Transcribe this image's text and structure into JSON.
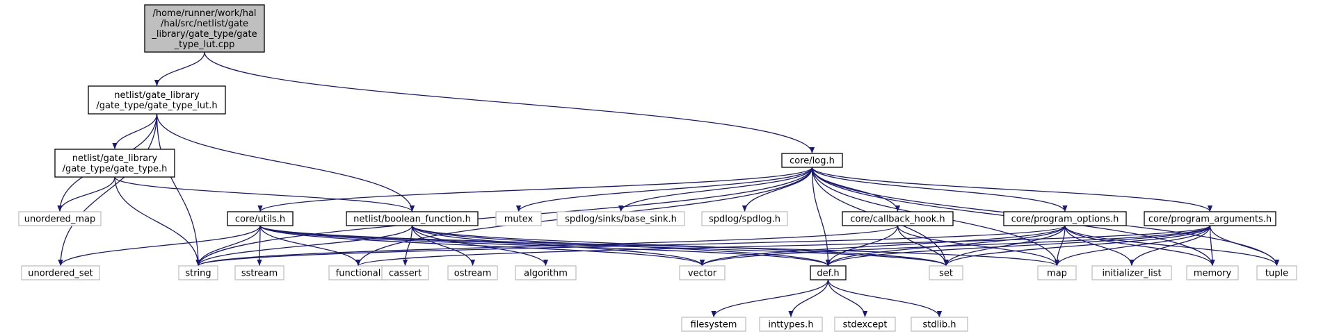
{
  "colors": {
    "edge": "#191970",
    "root_fill": "#bfbfbf",
    "local_border": "#000000",
    "external_border": "#bfbfbf",
    "background": "#ffffff"
  },
  "nodes": [
    {
      "id": "root",
      "lines": [
        "/home/runner/work/hal",
        "/hal/src/netlist/gate",
        "_library/gate_type/gate",
        "_type_lut.cpp"
      ],
      "kind": "root"
    },
    {
      "id": "lut_h",
      "lines": [
        "netlist/gate_library",
        "/gate_type/gate_type_lut.h"
      ],
      "kind": "local"
    },
    {
      "id": "gate_type_h",
      "lines": [
        "netlist/gate_library",
        "/gate_type/gate_type.h"
      ],
      "kind": "local"
    },
    {
      "id": "log_h",
      "lines": [
        "core/log.h"
      ],
      "kind": "local"
    },
    {
      "id": "unordered_map",
      "lines": [
        "unordered_map"
      ],
      "kind": "external"
    },
    {
      "id": "unordered_set",
      "lines": [
        "unordered_set"
      ],
      "kind": "external"
    },
    {
      "id": "string",
      "lines": [
        "string"
      ],
      "kind": "external"
    },
    {
      "id": "boolean_function_h",
      "lines": [
        "netlist/boolean_function.h"
      ],
      "kind": "local"
    },
    {
      "id": "utils_h",
      "lines": [
        "core/utils.h"
      ],
      "kind": "local"
    },
    {
      "id": "mutex",
      "lines": [
        "mutex"
      ],
      "kind": "external"
    },
    {
      "id": "base_sink",
      "lines": [
        "spdlog/sinks/base_sink.h"
      ],
      "kind": "external"
    },
    {
      "id": "spdlog_h",
      "lines": [
        "spdlog/spdlog.h"
      ],
      "kind": "external"
    },
    {
      "id": "callback_hook_h",
      "lines": [
        "core/callback_hook.h"
      ],
      "kind": "local"
    },
    {
      "id": "program_options_h",
      "lines": [
        "core/program_options.h"
      ],
      "kind": "local"
    },
    {
      "id": "program_arguments_h",
      "lines": [
        "core/program_arguments.h"
      ],
      "kind": "local"
    },
    {
      "id": "sstream",
      "lines": [
        "sstream"
      ],
      "kind": "external"
    },
    {
      "id": "functional",
      "lines": [
        "functional"
      ],
      "kind": "external"
    },
    {
      "id": "cassert",
      "lines": [
        "cassert"
      ],
      "kind": "external"
    },
    {
      "id": "ostream",
      "lines": [
        "ostream"
      ],
      "kind": "external"
    },
    {
      "id": "algorithm",
      "lines": [
        "algorithm"
      ],
      "kind": "external"
    },
    {
      "id": "vector",
      "lines": [
        "vector"
      ],
      "kind": "external"
    },
    {
      "id": "def_h",
      "lines": [
        "def.h"
      ],
      "kind": "local"
    },
    {
      "id": "set",
      "lines": [
        "set"
      ],
      "kind": "external"
    },
    {
      "id": "map",
      "lines": [
        "map"
      ],
      "kind": "external"
    },
    {
      "id": "initializer_list",
      "lines": [
        "initializer_list"
      ],
      "kind": "external"
    },
    {
      "id": "memory",
      "lines": [
        "memory"
      ],
      "kind": "external"
    },
    {
      "id": "tuple",
      "lines": [
        "tuple"
      ],
      "kind": "external"
    },
    {
      "id": "filesystem",
      "lines": [
        "filesystem"
      ],
      "kind": "external"
    },
    {
      "id": "inttypes",
      "lines": [
        "inttypes.h"
      ],
      "kind": "external"
    },
    {
      "id": "stdexcept",
      "lines": [
        "stdexcept"
      ],
      "kind": "external"
    },
    {
      "id": "stdlib",
      "lines": [
        "stdlib.h"
      ],
      "kind": "external"
    }
  ],
  "edges": [
    [
      "root",
      "lut_h"
    ],
    [
      "root",
      "log_h"
    ],
    [
      "lut_h",
      "gate_type_h"
    ],
    [
      "lut_h",
      "unordered_map"
    ],
    [
      "lut_h",
      "unordered_set"
    ],
    [
      "lut_h",
      "string"
    ],
    [
      "lut_h",
      "boolean_function_h"
    ],
    [
      "gate_type_h",
      "unordered_map"
    ],
    [
      "gate_type_h",
      "string"
    ],
    [
      "gate_type_h",
      "boolean_function_h"
    ],
    [
      "log_h",
      "string"
    ],
    [
      "log_h",
      "utils_h"
    ],
    [
      "log_h",
      "mutex"
    ],
    [
      "log_h",
      "base_sink"
    ],
    [
      "log_h",
      "spdlog_h"
    ],
    [
      "log_h",
      "callback_hook_h"
    ],
    [
      "log_h",
      "program_options_h"
    ],
    [
      "log_h",
      "program_arguments_h"
    ],
    [
      "log_h",
      "functional"
    ],
    [
      "log_h",
      "def_h"
    ],
    [
      "log_h",
      "set"
    ],
    [
      "log_h",
      "map"
    ],
    [
      "log_h",
      "memory"
    ],
    [
      "log_h",
      "tuple"
    ],
    [
      "utils_h",
      "unordered_set"
    ],
    [
      "utils_h",
      "string"
    ],
    [
      "utils_h",
      "sstream"
    ],
    [
      "utils_h",
      "functional"
    ],
    [
      "utils_h",
      "vector"
    ],
    [
      "utils_h",
      "def_h"
    ],
    [
      "utils_h",
      "set"
    ],
    [
      "utils_h",
      "map"
    ],
    [
      "boolean_function_h",
      "string"
    ],
    [
      "boolean_function_h",
      "cassert"
    ],
    [
      "boolean_function_h",
      "ostream"
    ],
    [
      "boolean_function_h",
      "algorithm"
    ],
    [
      "boolean_function_h",
      "vector"
    ],
    [
      "boolean_function_h",
      "def_h"
    ],
    [
      "boolean_function_h",
      "set"
    ],
    [
      "callback_hook_h",
      "string"
    ],
    [
      "callback_hook_h",
      "def_h"
    ],
    [
      "callback_hook_h",
      "set"
    ],
    [
      "callback_hook_h",
      "map"
    ],
    [
      "program_options_h",
      "string"
    ],
    [
      "program_options_h",
      "vector"
    ],
    [
      "program_options_h",
      "def_h"
    ],
    [
      "program_options_h",
      "set"
    ],
    [
      "program_options_h",
      "map"
    ],
    [
      "program_options_h",
      "initializer_list"
    ],
    [
      "program_options_h",
      "memory"
    ],
    [
      "program_options_h",
      "tuple"
    ],
    [
      "program_arguments_h",
      "functional"
    ],
    [
      "program_arguments_h",
      "vector"
    ],
    [
      "program_arguments_h",
      "def_h"
    ],
    [
      "program_arguments_h",
      "set"
    ],
    [
      "program_arguments_h",
      "map"
    ],
    [
      "program_arguments_h",
      "initializer_list"
    ],
    [
      "program_arguments_h",
      "memory"
    ],
    [
      "program_arguments_h",
      "tuple"
    ],
    [
      "def_h",
      "filesystem"
    ],
    [
      "def_h",
      "inttypes"
    ],
    [
      "def_h",
      "stdexcept"
    ],
    [
      "def_h",
      "stdlib"
    ]
  ]
}
